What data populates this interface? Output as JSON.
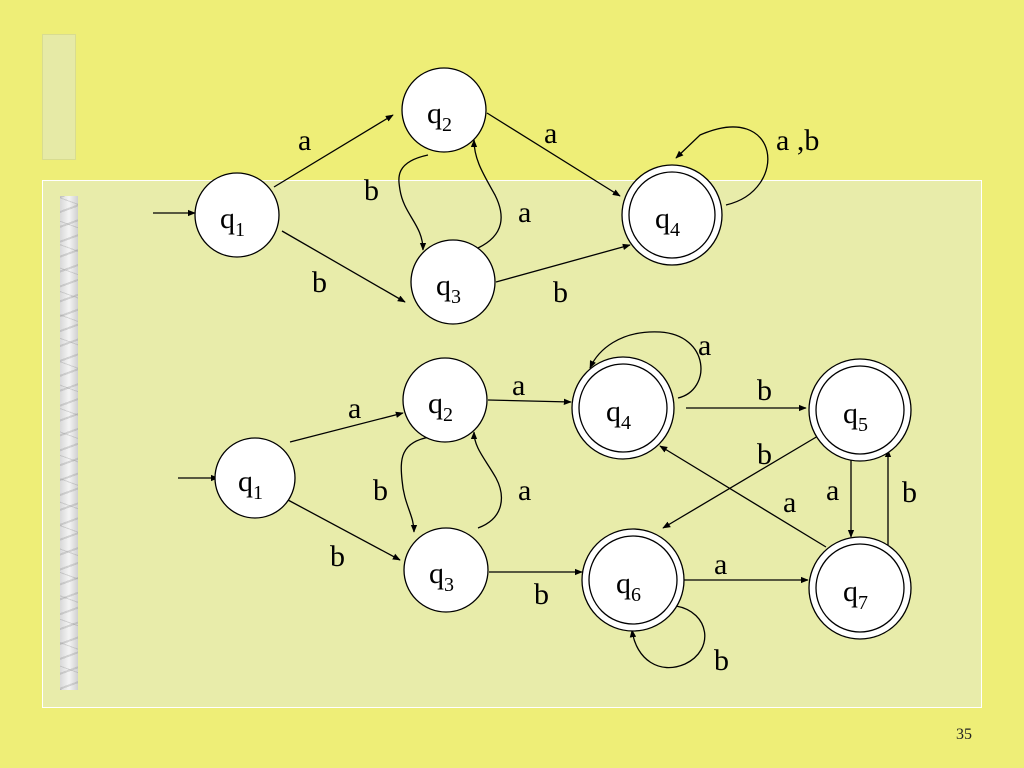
{
  "slide": {
    "page_number": "35"
  },
  "colors": {
    "background": "#eeee77",
    "panel": "#e8ecaa",
    "state_fill": "#ffffff",
    "stroke": "#000000"
  },
  "diagram_top": {
    "states": {
      "q1": {
        "base": "q",
        "sub": "1"
      },
      "q2": {
        "base": "q",
        "sub": "2"
      },
      "q3": {
        "base": "q",
        "sub": "3"
      },
      "q4": {
        "base": "q",
        "sub": "4"
      }
    },
    "labels": {
      "q1_q2": "a",
      "q2_q4": "a",
      "q4_loop": "a ,b",
      "q2_q3": "b",
      "q3_q2": "a",
      "q1_q3": "b",
      "q3_q4": "b"
    }
  },
  "diagram_bottom": {
    "states": {
      "q1": {
        "base": "q",
        "sub": "1"
      },
      "q2": {
        "base": "q",
        "sub": "2"
      },
      "q3": {
        "base": "q",
        "sub": "3"
      },
      "q4": {
        "base": "q",
        "sub": "4"
      },
      "q5": {
        "base": "q",
        "sub": "5"
      },
      "q6": {
        "base": "q",
        "sub": "6"
      },
      "q7": {
        "base": "q",
        "sub": "7"
      }
    },
    "labels": {
      "q4_loop": "a",
      "q1_q2": "a",
      "q2_q4": "a",
      "q4_q5": "b",
      "q5_q6": "b",
      "q7_q4": "a",
      "q5_q7": "a",
      "q7_q5": "b",
      "q2_q3": "b",
      "q3_q2": "a",
      "q1_q3": "b",
      "q3_q6": "b",
      "q6_q7": "a",
      "q6_loop": "b"
    }
  }
}
